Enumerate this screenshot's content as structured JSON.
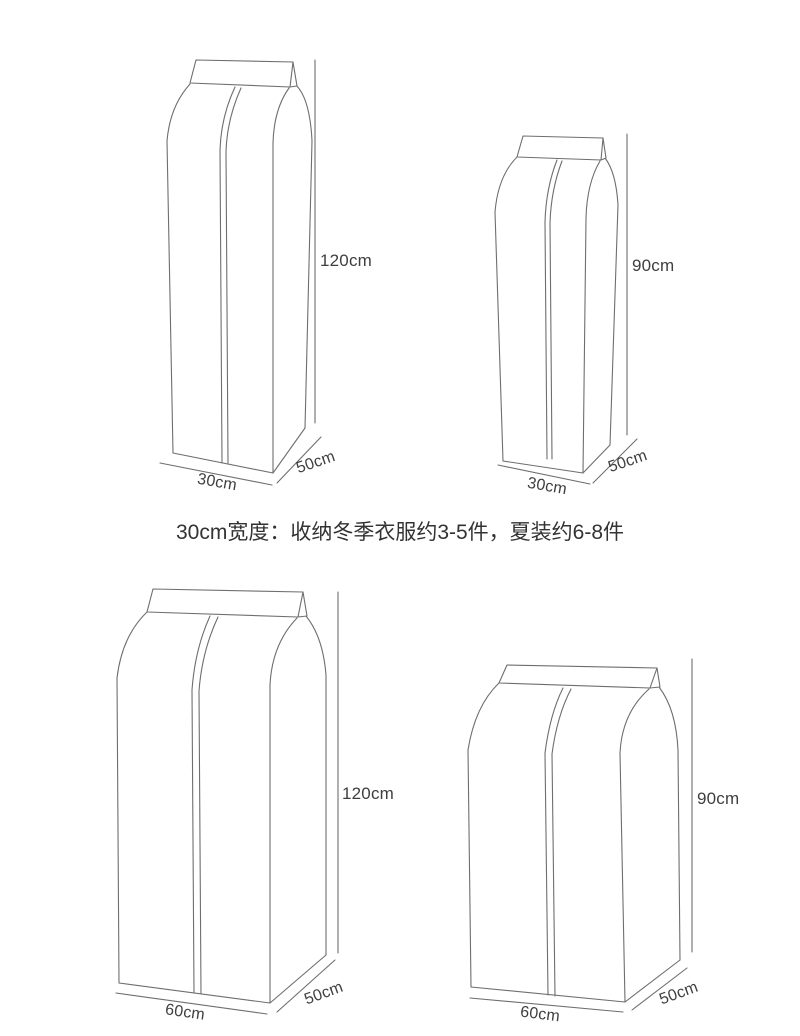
{
  "caption": "30cm宽度：收纳冬季衣服约3-5件，夏装约6-8件",
  "colors": {
    "background": "#ffffff",
    "line": "#6e6e6e",
    "text": "#3e3e3e"
  },
  "bags": [
    {
      "name": "garment-bag-30x50x120",
      "height_label": "120cm",
      "depth_label": "50cm",
      "width_label": "30cm"
    },
    {
      "name": "garment-bag-30x50x90",
      "height_label": "90cm",
      "depth_label": "50cm",
      "width_label": "30cm"
    },
    {
      "name": "garment-bag-60x50x120",
      "height_label": "120cm",
      "depth_label": "50cm",
      "width_label": "60cm"
    },
    {
      "name": "garment-bag-60x50x90",
      "height_label": "90cm",
      "depth_label": "50cm",
      "width_label": "60cm"
    }
  ]
}
